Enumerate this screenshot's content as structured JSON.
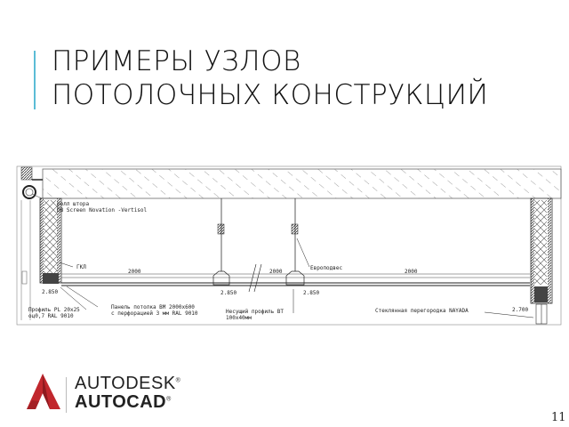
{
  "slide": {
    "title_line1": "ПРИМЕРЫ УЗЛОВ",
    "title_line2": "ПОТОЛОЧНЫХ КОНСТРУКЦИЙ",
    "accent_color": "#5bbcd6",
    "page_number": "11"
  },
  "drawing": {
    "labels": {
      "roller_blind_1": "ролл штора",
      "roller_blind_2": "DB Screen Novation -Vertisol",
      "gkl": "ГКЛ",
      "dim_2000_left": "2000",
      "dim_2000_mid": "2000",
      "dim_2000_right": "2000",
      "europodves": "Европодвес",
      "level_2850_left": "2.850",
      "level_2850_mid1": "2.850",
      "level_2850_mid2": "2.850",
      "level_2700": "2.700",
      "profile_pl_1": "Профиль PL 20х25",
      "profile_pl_2": "оц0,7 RAL 9010",
      "panel_1": "Панель потолка ВМ 2000х600",
      "panel_2": "с перфорацией 3 мм RAL 9010",
      "carrier_1": "Несущий профиль ВТ",
      "carrier_2": "100х40мм",
      "glass_partition": "Стеклянная перегородка NAYADA"
    }
  },
  "logo": {
    "brand": "AUTODESK",
    "product": "AUTOCAD",
    "reg": "®",
    "color": "#c1272d"
  }
}
